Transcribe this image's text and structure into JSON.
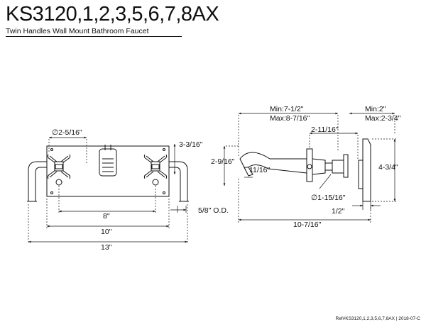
{
  "header": {
    "model": "KS3120,1,2,3,5,6,7,8AX",
    "subtitle": "Twin Handles Wall Mount Bathroom Faucet"
  },
  "front_view": {
    "dim_handle_dia": "∅2-5/16\"",
    "dim_plate_height": "3-3/16\"",
    "dim_spread": "8\"",
    "dim_plate_width": "10\"",
    "dim_overall": "13\"",
    "dim_outer_diameter": "5/8\" O.D."
  },
  "side_view": {
    "dim_reach_range_min": "Min:7-1/2\"",
    "dim_reach_range_max": "Max:8-7/16\"",
    "dim_wall_range_min": "Min:2\"",
    "dim_wall_range_max": "Max:2-3/4\"",
    "dim_handle_offset": "2-11/16\"",
    "dim_spout_height": "2-9/16\"",
    "dim_outlet": "11/16\"",
    "dim_flange_height": "4-3/4\"",
    "dim_body_dia": "∅1-15/16\"",
    "dim_flange_depth": "1/2\"",
    "dim_total_reach": "10-7/16\""
  },
  "footer": {
    "reference": "Ref#KS3120,1,2,3,5,6,7,8AX | 2018-07-C"
  }
}
